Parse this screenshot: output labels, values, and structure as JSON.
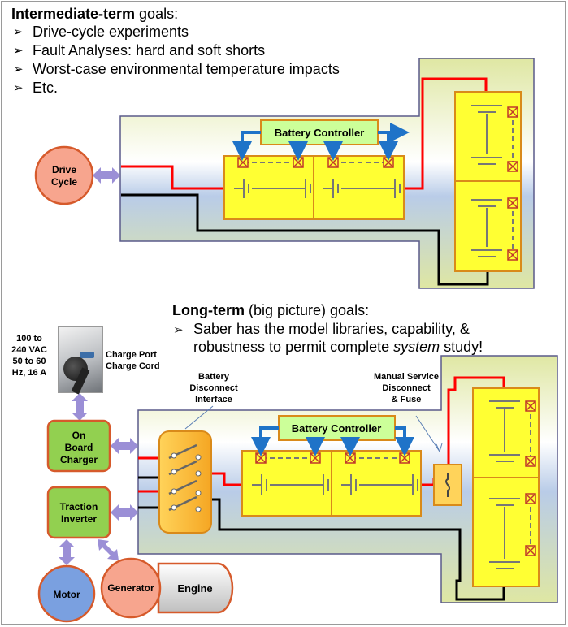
{
  "intermediate": {
    "title_bold": "Intermediate-term",
    "title_rest": " goals:",
    "bullets": [
      "Drive-cycle experiments",
      "Fault Analyses: hard and soft shorts",
      "Worst-case environmental temperature impacts",
      "Etc."
    ]
  },
  "top_diagram": {
    "drive_cycle": [
      "Drive",
      "Cycle"
    ],
    "battery_controller": "Battery Controller"
  },
  "longterm": {
    "title_bold": "Long-term",
    "title_rest": " (big picture) goals:",
    "bullet_line1": "Saber has the model libraries, capability, &",
    "bullet_line2_pre": "robustness to permit complete ",
    "bullet_line2_em": "system",
    "bullet_line2_post": " study!"
  },
  "bottom_diagram": {
    "supply": [
      "100 to",
      "240 VAC",
      "50 to 60",
      "Hz, 16 A"
    ],
    "charge_port": [
      "Charge Port",
      "Charge Cord"
    ],
    "battery_disconnect": [
      "Battery",
      "Disconnect",
      "Interface"
    ],
    "manual_service": [
      "Manual Service",
      "Disconnect",
      "& Fuse"
    ],
    "battery_controller": "Battery Controller",
    "on_board_charger": [
      "On",
      "Board",
      "Charger"
    ],
    "traction_inverter": [
      "Traction",
      "Inverter"
    ],
    "motor": "Motor",
    "generator": "Generator",
    "engine": "Engine"
  },
  "colors": {
    "battery_fill": "#ffff33",
    "battery_border": "#d98a1a",
    "controller_fill": "#ccff99",
    "enclosure": "#dde6a8",
    "node_green": "#92d050",
    "node_salmon": "#f7a58e",
    "motor_blue": "#7aa0e0",
    "arrow_purple": "#9b8fd6",
    "arrow_blue": "#1f73c8",
    "wire_red": "#ff0000"
  }
}
